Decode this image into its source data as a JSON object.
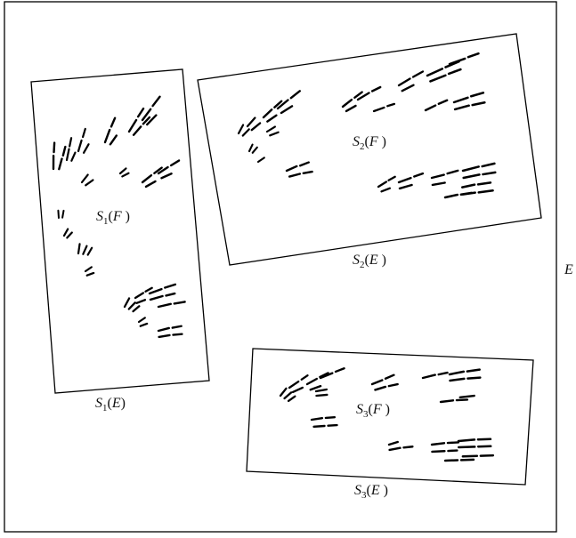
{
  "figure": {
    "set_label": "E",
    "maps": [
      {
        "id": "s1",
        "map": "S",
        "index": "1",
        "image_label_arg": "F",
        "region_label_arg": "E"
      },
      {
        "id": "s2",
        "map": "S",
        "index": "2",
        "image_label_arg": "F",
        "region_label_arg": "E"
      },
      {
        "id": "s3",
        "map": "S",
        "index": "3",
        "image_label_arg": "F",
        "region_label_arg": "E"
      }
    ]
  },
  "colors": {
    "ink": "#000000",
    "background": "#ffffff"
  }
}
